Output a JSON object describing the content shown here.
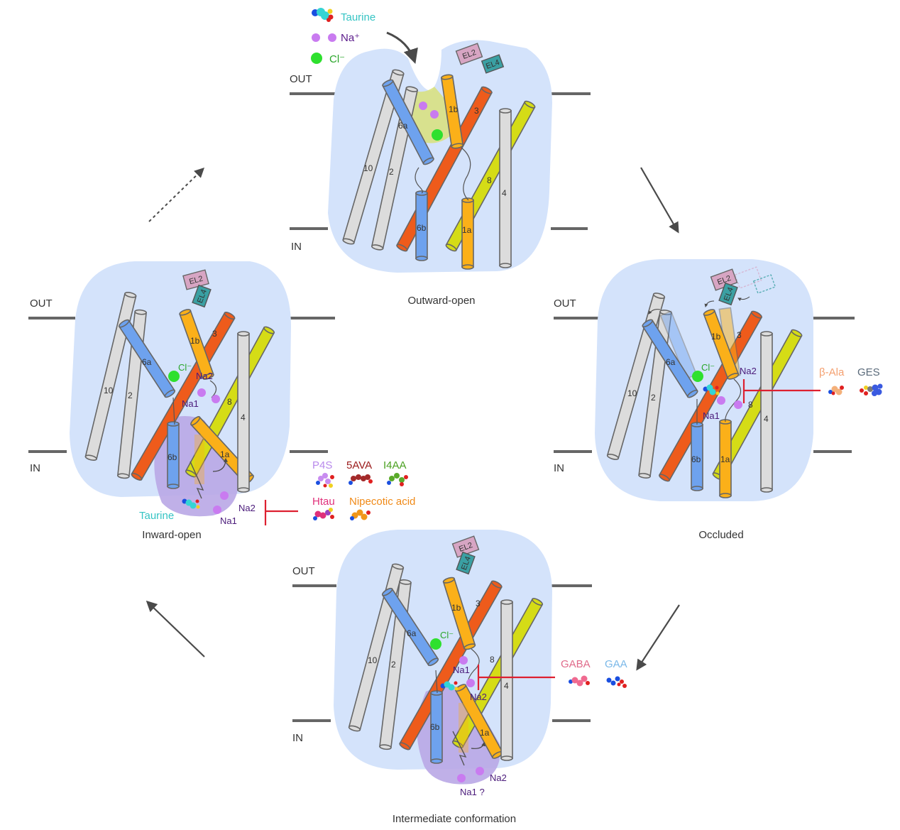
{
  "legend": {
    "taurine": "Taurine",
    "sodium": "Na⁺",
    "chloride": "Cl⁻"
  },
  "membrane": {
    "out": "OUT",
    "in": "IN"
  },
  "captions": {
    "outward_open": "Outward-open",
    "occluded": "Occluded",
    "intermediate": "Intermediate conformation",
    "inward_open": "Inward-open"
  },
  "helices": {
    "h10": "10",
    "h2": "2",
    "h6a": "6a",
    "h6b": "6b",
    "h1a": "1a",
    "h1b": "1b",
    "h3": "3",
    "h8": "8",
    "h4": "4"
  },
  "loops": {
    "el2": "EL2",
    "el4": "EL4"
  },
  "ions": {
    "na1": "Na1",
    "na2": "Na2",
    "na1_uncertain": "Na1 ?",
    "cl": "Cl⁻"
  },
  "inward_substrate_label": "Taurine",
  "occluded_inhibitors": {
    "b_ala": "β-Ala",
    "ges": "GES"
  },
  "intermediate_inhibitors": {
    "gaba": "GABA",
    "gaa": "GAA"
  },
  "inward_inhibitors": {
    "p4s": "P4S",
    "ava5": "5AVA",
    "i4aa": "I4AA",
    "htau": "Htau",
    "nipecotic": "Nipecotic acid"
  },
  "colors": {
    "membrane_blob": "#d4e3fb",
    "inner_vestibule": "#b9a7e6",
    "outer_vestibule": "#d8e07a",
    "helix_grey": "#dcdcdc",
    "helix_blue": "#6ea2ee",
    "helix_orange": "#fbb019",
    "helix_red": "#ee5b1b",
    "helix_yellow": "#d5dc16",
    "sodium": "#c97bf0",
    "chloride": "#2ee02e",
    "taurine_text": "#35c4c4",
    "sodium_text": "#5a1a8a",
    "chloride_text": "#2aa62a",
    "inhibitor_bar": "#dd2030"
  }
}
